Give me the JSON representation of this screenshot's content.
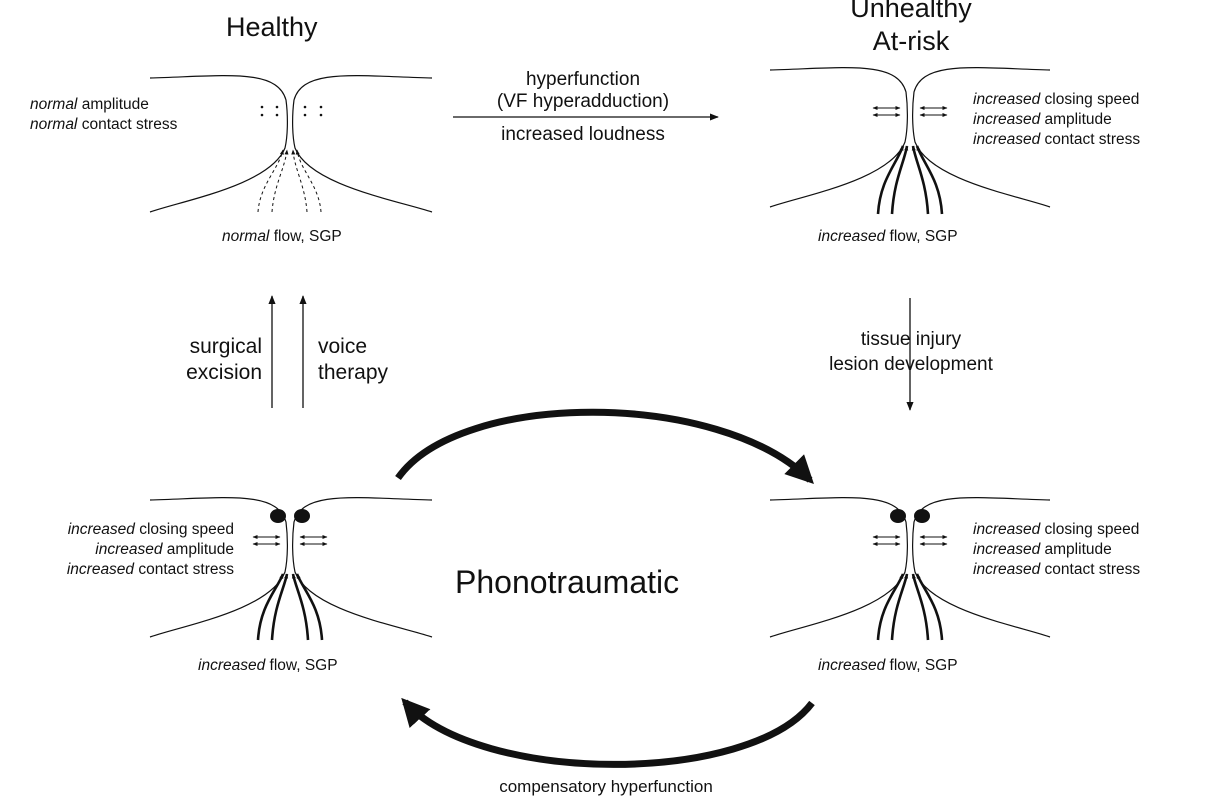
{
  "states": {
    "healthy": {
      "title": "Healthy",
      "desc": [
        {
          "qual": "normal",
          "text": " amplitude"
        },
        {
          "qual": "normal",
          "text": " contact stress"
        }
      ],
      "flow": {
        "qual": "normal",
        "text": " flow, SGP"
      }
    },
    "unhealthy": {
      "title_line1": "Unhealthy",
      "title_line2": "At-risk",
      "desc": [
        {
          "qual": "increased",
          "text": " closing speed"
        },
        {
          "qual": "increased",
          "text": " amplitude"
        },
        {
          "qual": "increased",
          "text": " contact stress"
        }
      ],
      "flow": {
        "qual": "increased",
        "text": " flow, SGP"
      }
    },
    "phonotraumatic": {
      "title": "Phonotraumatic",
      "left_desc": [
        {
          "qual": "increased",
          "text": " closing speed"
        },
        {
          "qual": "increased",
          "text": " amplitude"
        },
        {
          "qual": "increased",
          "text": " contact stress"
        }
      ],
      "left_flow": {
        "qual": "increased",
        "text": " flow, SGP"
      },
      "right_desc": [
        {
          "qual": "increased",
          "text": " closing speed"
        },
        {
          "qual": "increased",
          "text": " amplitude"
        },
        {
          "qual": "increased",
          "text": " contact stress"
        }
      ],
      "right_flow": {
        "qual": "increased",
        "text": " flow, SGP"
      }
    }
  },
  "transitions": {
    "healthy_to_unhealthy": {
      "line1": "hyperfunction",
      "line2": "(VF hyperadduction)",
      "line3": "increased loudness"
    },
    "unhealthy_to_phono": {
      "line1": "tissue injury",
      "line2": "lesion development"
    },
    "phono_to_healthy": {
      "left_line1": "surgical",
      "left_line2": "excision",
      "right_line1": "voice",
      "right_line2": "therapy"
    },
    "cycle_bottom": "compensatory hyperfunction"
  }
}
